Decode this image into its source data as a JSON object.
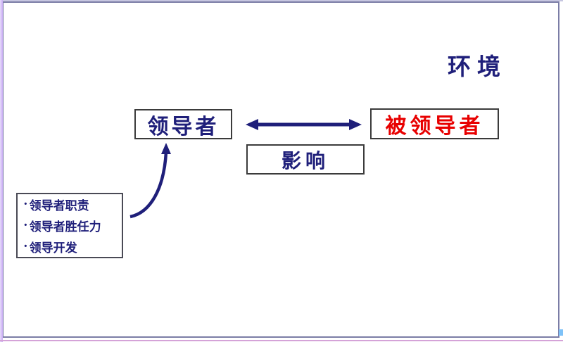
{
  "colors": {
    "navy": "#1F1F7A",
    "red": "#E80000",
    "box_border": "#3B3B3B",
    "frame": "#7B7DA6",
    "top_line": "#C6C6E0",
    "left_strip": "#C9ACF5",
    "bottom_line": "#D5A3D8",
    "corner_square": "#7EC2F8"
  },
  "environment_label": "环境",
  "leader_box": {
    "label": "领导者"
  },
  "led_box": {
    "label": "被领导者"
  },
  "influence_box": {
    "label": "影响"
  },
  "dev_list": {
    "bullet": "·",
    "items": [
      "领导者职责",
      "领导者胜任力",
      "领导开发"
    ]
  }
}
